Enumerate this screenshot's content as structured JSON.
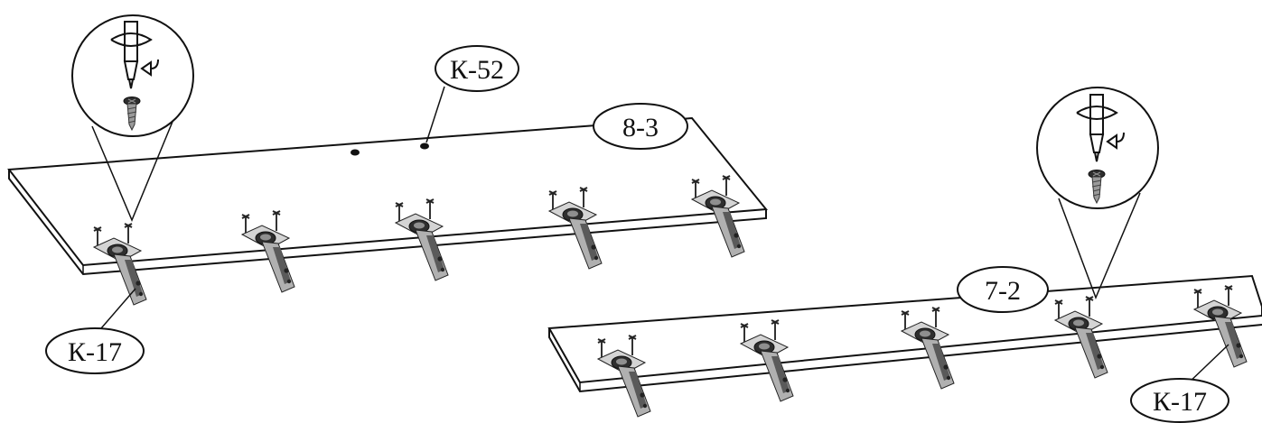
{
  "labels": {
    "panel_top": "8-3",
    "panel_bottom": "7-2",
    "cam_fitting": "К-52",
    "hinge_left": "К-17",
    "hinge_right": "К-17"
  },
  "colors": {
    "ink": "#111111",
    "metal_light": "#c8c8c8",
    "metal_mid": "#8f8f8f",
    "metal_dark": "#2e2e2e",
    "background": "#ffffff"
  },
  "icons": {
    "screwdriver": "screwdriver-rotate-icon",
    "screw": "screw-icon",
    "hinge": "cup-hinge-icon"
  }
}
